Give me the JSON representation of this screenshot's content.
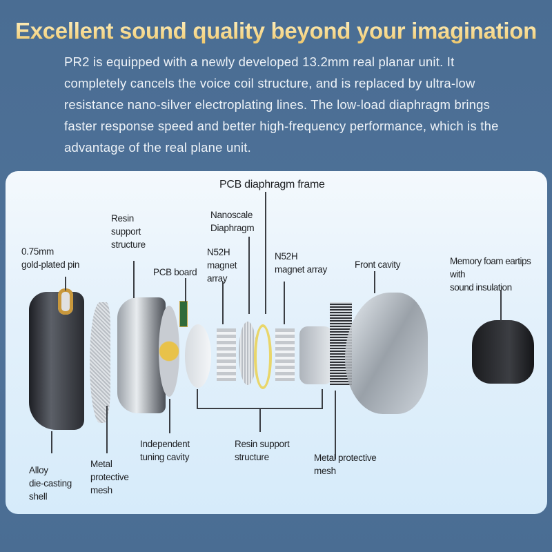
{
  "headline": "Excellent sound quality beyond your imagination",
  "intro": "PR2 is equipped with a newly developed 13.2mm real planar unit. It completely cancels the voice coil structure, and is replaced by ultra-low resistance nano-silver electroplating lines. The low-load diaphragm brings faster response speed and better high-frequency performance, which is the advantage of the real plane unit.",
  "labels": {
    "pcb_frame": "PCB diaphragm frame",
    "nanoscale": "Nanoscale\nDiaphragm",
    "resin_top": "Resin\nsupport\nstructure",
    "pin": "0.75mm\ngold-plated pin",
    "pcb_board": "PCB board",
    "magnet1": "N52H\nmagnet\narray",
    "magnet2": "N52H\nmagnet array",
    "front_cavity": "Front cavity",
    "eartips": "Memory foam eartips with\nsound insulation",
    "shell": "Alloy\ndie-casting\nshell",
    "mesh1": "Metal\nprotective\nmesh",
    "tuning": "Independent\ntuning cavity",
    "resin_bottom": "Resin support\nstructure",
    "mesh2": "Metal protective\nmesh"
  },
  "colors": {
    "background": "#4a6d93",
    "headline": "#f6d98a",
    "panel": "#e4f1fb"
  }
}
